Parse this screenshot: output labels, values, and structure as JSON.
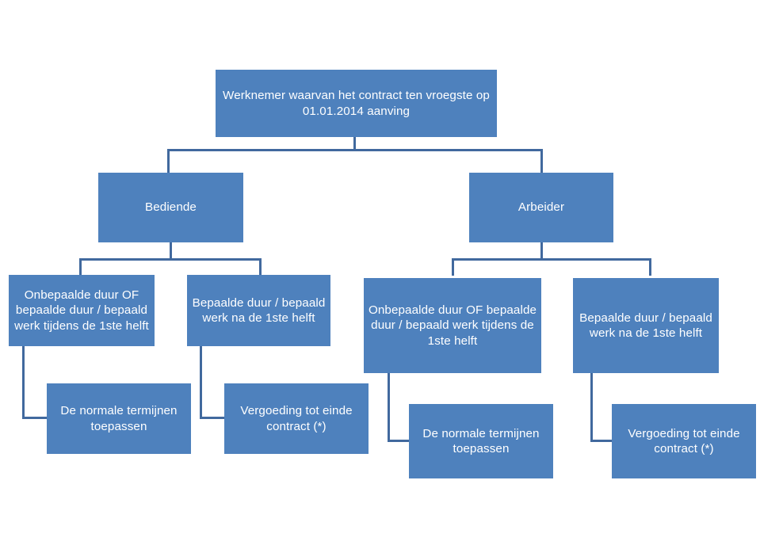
{
  "diagram": {
    "type": "organizational-flowchart",
    "language": "nl",
    "background_color": "#ffffff",
    "node_fill_color": "#4e81bd",
    "node_text_color": "#ffffff",
    "connector_color": "#41699e",
    "nodes": {
      "root": {
        "id": "root",
        "label": "Werknemer waarvan het contract ten vroegste op 01.01.2014 aanving",
        "level": 1
      },
      "bediende": {
        "id": "bediende",
        "label": "Bediende",
        "level": 2
      },
      "arbeider": {
        "id": "arbeider",
        "label": "Arbeider",
        "level": 2
      },
      "bediende_onbepaald": {
        "id": "bediende-onbepaalde-duur",
        "label": "Onbepaalde duur OF bepaalde duur / bepaald werk tijdens de 1ste helft",
        "level": 3
      },
      "bediende_bepaald": {
        "id": "bediende-bepaalde-duur",
        "label": "Bepaalde duur / bepaald werk na de 1ste helft",
        "level": 3
      },
      "arbeider_onbepaald": {
        "id": "arbeider-onbepaalde-duur",
        "label": "Onbepaalde duur OF bepaalde duur / bepaald werk tijdens de 1ste helft",
        "level": 3
      },
      "arbeider_bepaald": {
        "id": "arbeider-bepaalde-duur",
        "label": "Bepaalde duur / bepaald werk na de 1ste helft",
        "level": 3
      },
      "bediende_normale_termijnen": {
        "id": "bediende-normale-termijnen",
        "label": "De normale termijnen toepassen",
        "level": 4
      },
      "bediende_vergoeding": {
        "id": "bediende-vergoeding",
        "label": "Vergoeding tot einde contract (*)",
        "level": 4
      },
      "arbeider_normale_termijnen": {
        "id": "arbeider-normale-termijnen",
        "label": "De normale termijnen toepassen",
        "level": 4
      },
      "arbeider_vergoeding": {
        "id": "arbeider-vergoeding",
        "label": "Vergoeding tot einde contract (*)",
        "level": 4
      }
    },
    "edges": [
      {
        "from": "root",
        "to": "bediende",
        "style": "orthogonal-split"
      },
      {
        "from": "root",
        "to": "arbeider",
        "style": "orthogonal-split"
      },
      {
        "from": "bediende",
        "to": "bediende_onbepaald",
        "style": "orthogonal-split"
      },
      {
        "from": "bediende",
        "to": "bediende_bepaald",
        "style": "orthogonal-split"
      },
      {
        "from": "arbeider",
        "to": "arbeider_onbepaald",
        "style": "orthogonal-split"
      },
      {
        "from": "arbeider",
        "to": "arbeider_bepaald",
        "style": "orthogonal-split"
      },
      {
        "from": "bediende_onbepaald",
        "to": "bediende_normale_termijnen",
        "style": "elbow"
      },
      {
        "from": "bediende_bepaald",
        "to": "bediende_vergoeding",
        "style": "elbow"
      },
      {
        "from": "arbeider_onbepaald",
        "to": "arbeider_normale_termijnen",
        "style": "elbow"
      },
      {
        "from": "arbeider_bepaald",
        "to": "arbeider_vergoeding",
        "style": "elbow"
      }
    ]
  }
}
